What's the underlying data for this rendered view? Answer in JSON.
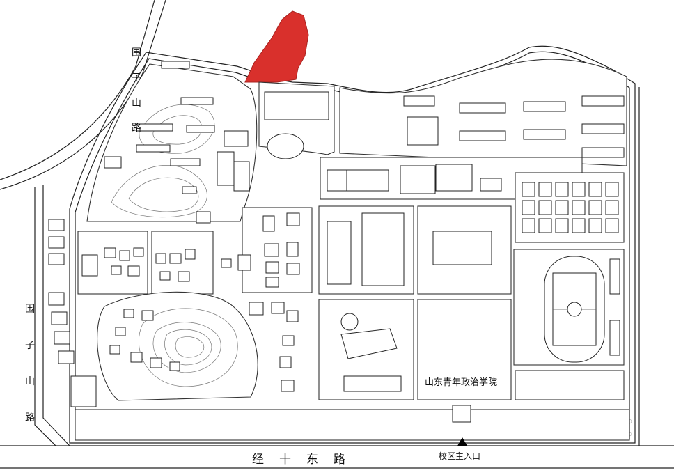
{
  "map": {
    "campus_name": "山东青年政治学院",
    "main_road": "经十东路",
    "side_road_upper": "围子山路",
    "side_road_lower": "围子山路",
    "gate_label": "校区主入口",
    "gate_icon": "triangle-marker-icon",
    "highlight_color": "#d9302c"
  }
}
